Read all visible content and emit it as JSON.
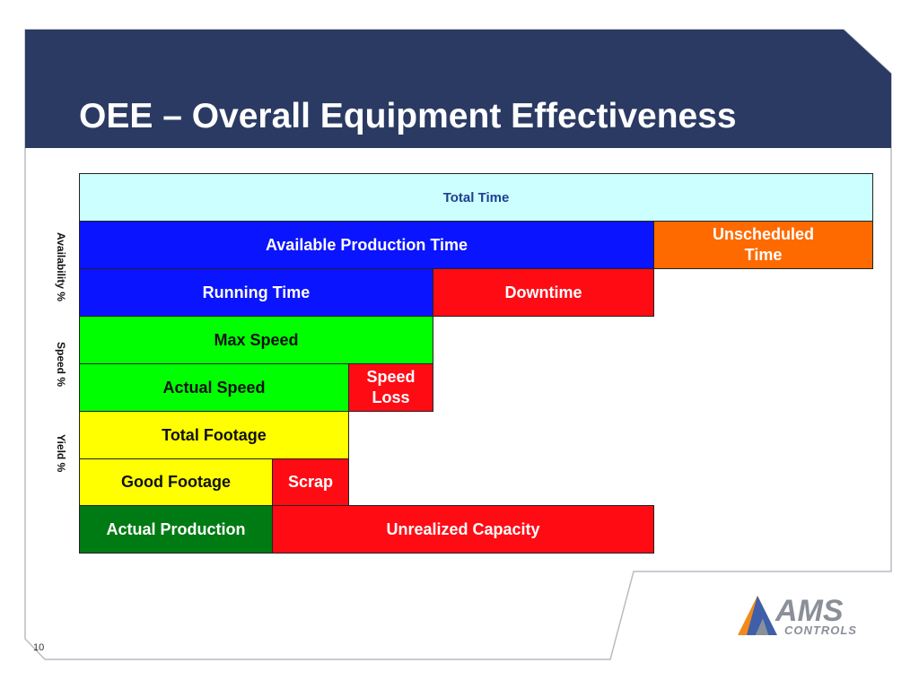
{
  "slide": {
    "title": "OEE – Overall Equipment Effectiveness",
    "page_number": "10"
  },
  "side_labels": {
    "availability": "Availability %",
    "speed": "Speed %",
    "yield": "Yield %"
  },
  "diagram": {
    "total_time": "Total Time",
    "available_production_time": "Available Production Time",
    "unscheduled_time": "Unscheduled\nTime",
    "running_time": "Running Time",
    "downtime": "Downtime",
    "max_speed": "Max Speed",
    "actual_speed": "Actual Speed",
    "speed_loss": "Speed\nLoss",
    "total_footage": "Total Footage",
    "good_footage": "Good Footage",
    "scrap": "Scrap",
    "actual_production": "Actual Production",
    "unrealized_capacity": "Unrealized Capacity"
  },
  "logo": {
    "text_main": "AMS",
    "text_sub": "CONTROLS"
  },
  "colors": {
    "header": "#2a3a63",
    "total_time": "#ccffff",
    "blue": "#0a14ff",
    "orange": "#ff6a00",
    "red": "#ff0b14",
    "green": "#00ff00",
    "yellow": "#ffff00",
    "dark_green": "#007a12"
  }
}
